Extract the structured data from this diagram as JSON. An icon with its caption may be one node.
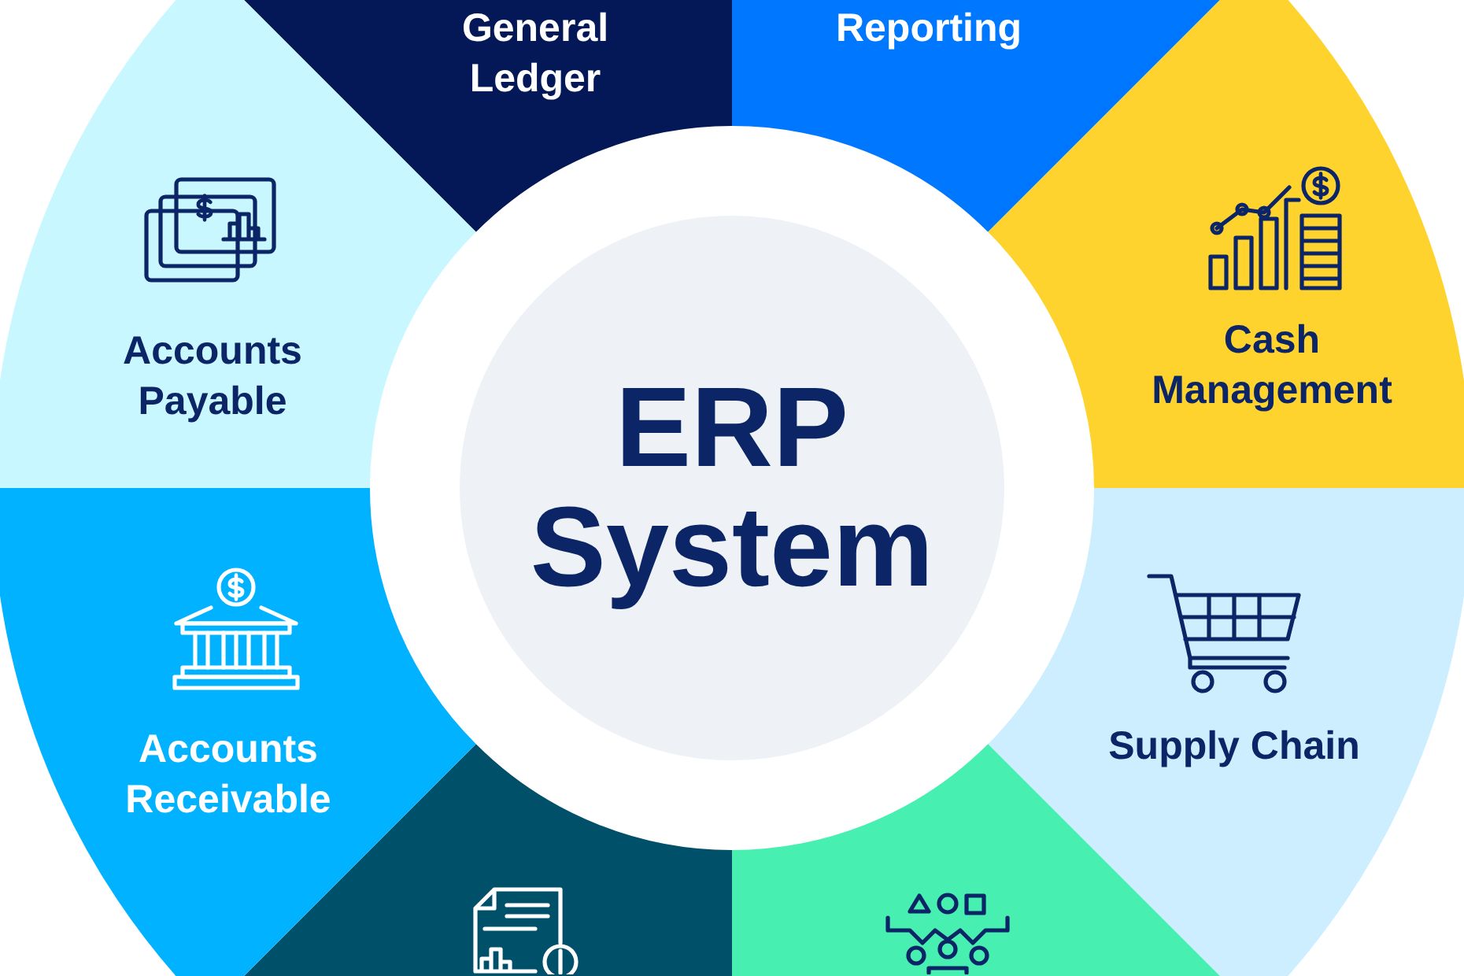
{
  "diagram": {
    "nodes": [
      {
        "text": [
          "ERP System"
        ]
      },
      {
        "text": [
          "General Ledger"
        ]
      },
      {
        "text": [
          "Reporting"
        ]
      },
      {
        "text": [
          "Cash Management"
        ]
      },
      {
        "text": [
          "Supply Chain"
        ]
      },
      {
        "text": [],
        "shape": "wedge"
      },
      {
        "text": [],
        "shape": "wedge"
      },
      {
        "text": [
          "Accounts Receivable"
        ]
      },
      {
        "text": [
          "Accounts Payable"
        ]
      }
    ]
  }
}
